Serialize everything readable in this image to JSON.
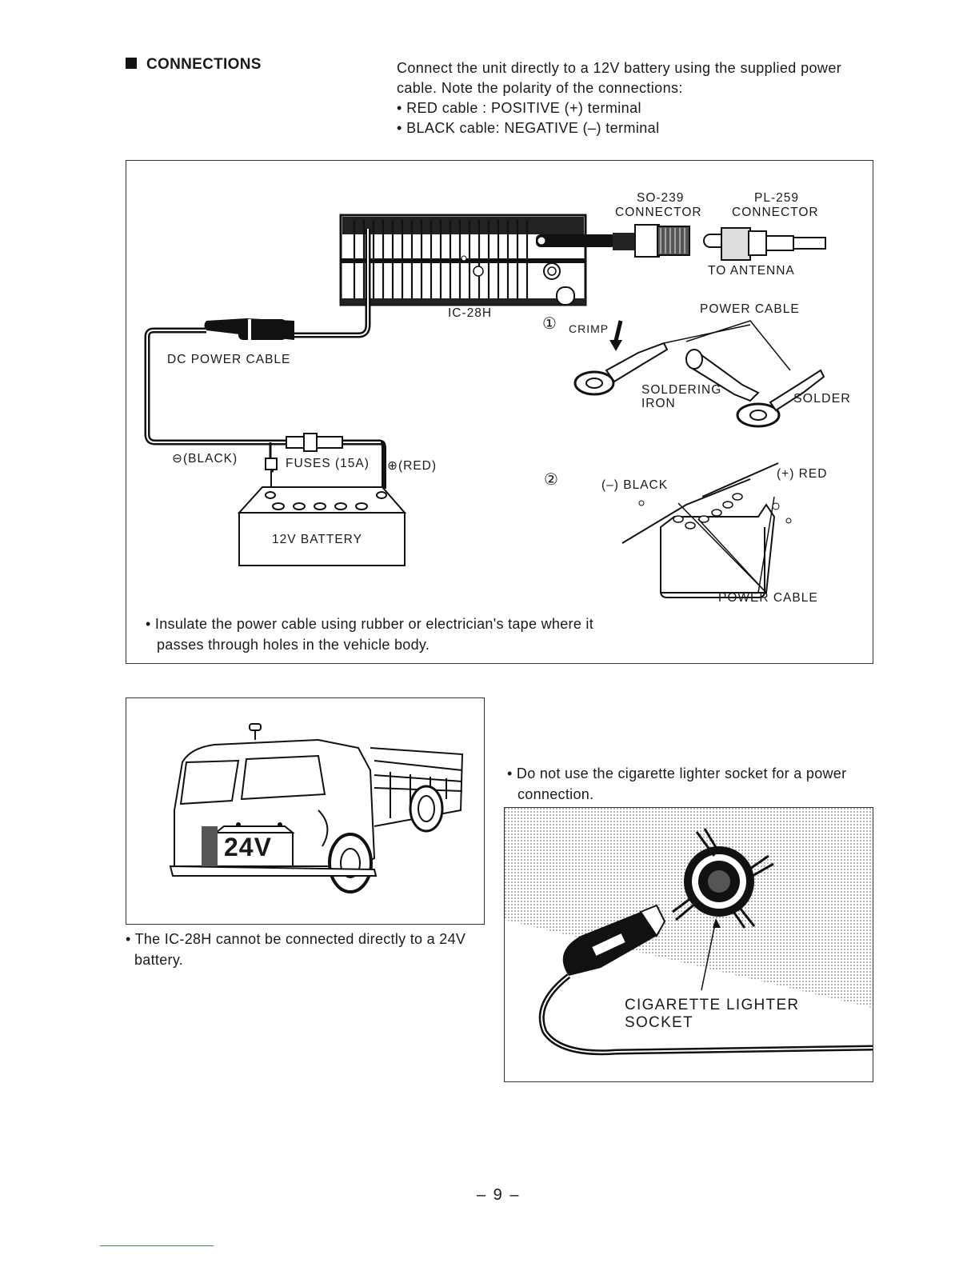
{
  "section": {
    "title": "CONNECTIONS"
  },
  "intro": {
    "line1": "Connect the unit directly to a 12V battery using the supplied power",
    "line2": "cable.  Note the polarity of the connections:",
    "bullet_red": "• RED cable    :  POSITIVE (+) terminal",
    "bullet_black": "• BLACK cable:  NEGATIVE (–) terminal"
  },
  "diagram1": {
    "so239_line1": "SO-239",
    "so239_line2": "CONNECTOR",
    "pl259_line1": "PL-259",
    "pl259_line2": "CONNECTOR",
    "to_antenna": "TO  ANTENNA",
    "radio_model": "IC-28H",
    "power_cable_top": "POWER  CABLE",
    "step1": "①",
    "crimp": "CRIMP",
    "dc_power_cable": "DC  POWER  CABLE",
    "soldering_line1": "SOLDERING",
    "soldering_line2": "IRON",
    "solder": "SOLDER",
    "black_terminal": "⊖(BLACK)",
    "fuses": "FUSES (15A)",
    "red_terminal": "⊕(RED)",
    "step2": "②",
    "neg_black": "(–) BLACK",
    "pos_red": "(+) RED",
    "battery": "12V  BATTERY",
    "power_cable_bottom": "POWER  CABLE",
    "note_line1": "• Insulate the power cable using rubber or electrician's tape where it",
    "note_line2": "passes through holes in the vehicle body."
  },
  "truck_box": {
    "battery_label": "24V",
    "note_line1": "• The IC-28H cannot be connected directly to a 24V",
    "note_line2": "battery."
  },
  "lighter_box": {
    "note_line1": "• Do not use the cigarette lighter socket for a power",
    "note_line2": "connection.",
    "label_line1": "CIGARETTE  LIGHTER",
    "label_line2": "SOCKET"
  },
  "footer": {
    "page_number": "– 9 –"
  }
}
